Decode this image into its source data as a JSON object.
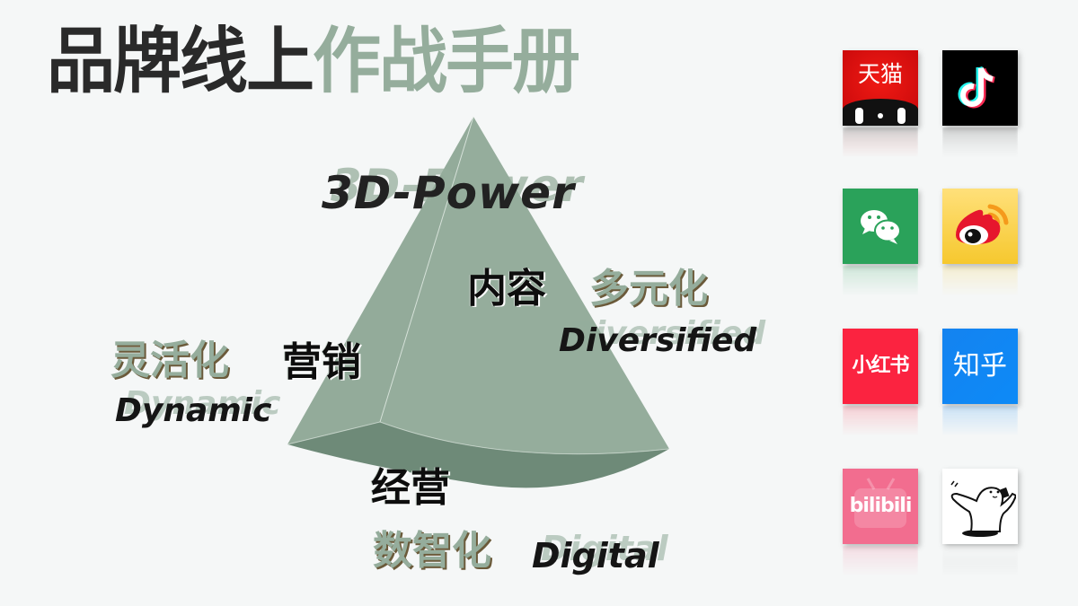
{
  "title": {
    "part1": "品牌线上",
    "part2": "作战手册",
    "colors": {
      "dark": "#2a2a2a",
      "accent": "#95ad9c"
    }
  },
  "pyramid": {
    "heading": "3D-Power",
    "colors": {
      "face": "#95ad9c",
      "left_face": "#93ab9a",
      "front_band": "#6e8a78",
      "edge": "#dfe8e2"
    },
    "content": {
      "label": "内容",
      "attribute": "多元化",
      "english": "Diversified"
    },
    "marketing": {
      "label": "营销",
      "attribute": "灵活化",
      "english": "Dynamic"
    },
    "operations": {
      "label": "经营",
      "attribute": "数智化",
      "english": "Digital"
    }
  },
  "platforms": [
    {
      "name": "天猫",
      "icon": "tmall-icon",
      "color": "#e60f12"
    },
    {
      "name": "抖音",
      "icon": "tiktok-icon",
      "color": "#000000"
    },
    {
      "name": "微信",
      "icon": "wechat-icon",
      "color": "#2aa25a"
    },
    {
      "name": "微博",
      "icon": "weibo-icon",
      "color": "#f6c82e"
    },
    {
      "name": "小红书",
      "icon": "xiaohongshu-icon",
      "color": "#fb2340"
    },
    {
      "name": "知乎",
      "icon": "zhihu-icon",
      "color": "#0f86f4"
    },
    {
      "name": "bilibili",
      "icon": "bilibili-icon",
      "color": "#f26d8f"
    },
    {
      "name": "",
      "icon": "cartoon-mascot-icon",
      "color": "#ffffff"
    }
  ],
  "icon_text": {
    "tmall": "天猫",
    "xiaohongshu": "小红书",
    "zhihu": "知乎",
    "bilibili": "bilibili"
  }
}
